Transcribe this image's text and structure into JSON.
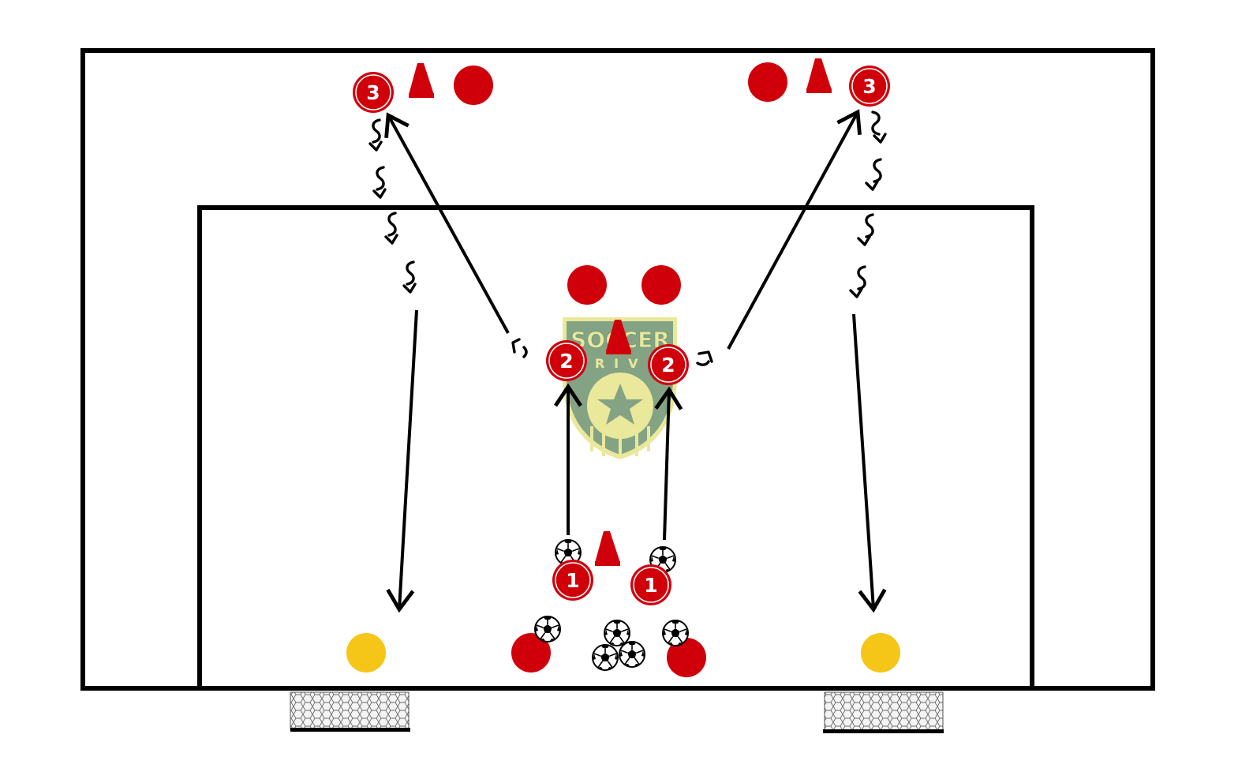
{
  "logo": {
    "word_top": "SOCCER",
    "word_bottom": "DRIVE"
  },
  "players": [
    {
      "id": "p1-left",
      "number": "1"
    },
    {
      "id": "p1-right",
      "number": "1"
    },
    {
      "id": "p2-left",
      "number": "2"
    },
    {
      "id": "p2-right",
      "number": "2"
    },
    {
      "id": "p3-left",
      "number": "3"
    },
    {
      "id": "p3-right",
      "number": "3"
    }
  ],
  "colors": {
    "player": "#d0000b",
    "cone": "#d0000b",
    "target": "#f5c518",
    "line": "#000000",
    "logo_fill": "#e7e58a",
    "logo_dark": "#5d8c63"
  },
  "icons": [
    "cone-icon",
    "soccer-ball-icon",
    "goal-net-icon",
    "logo-shield-icon"
  ]
}
